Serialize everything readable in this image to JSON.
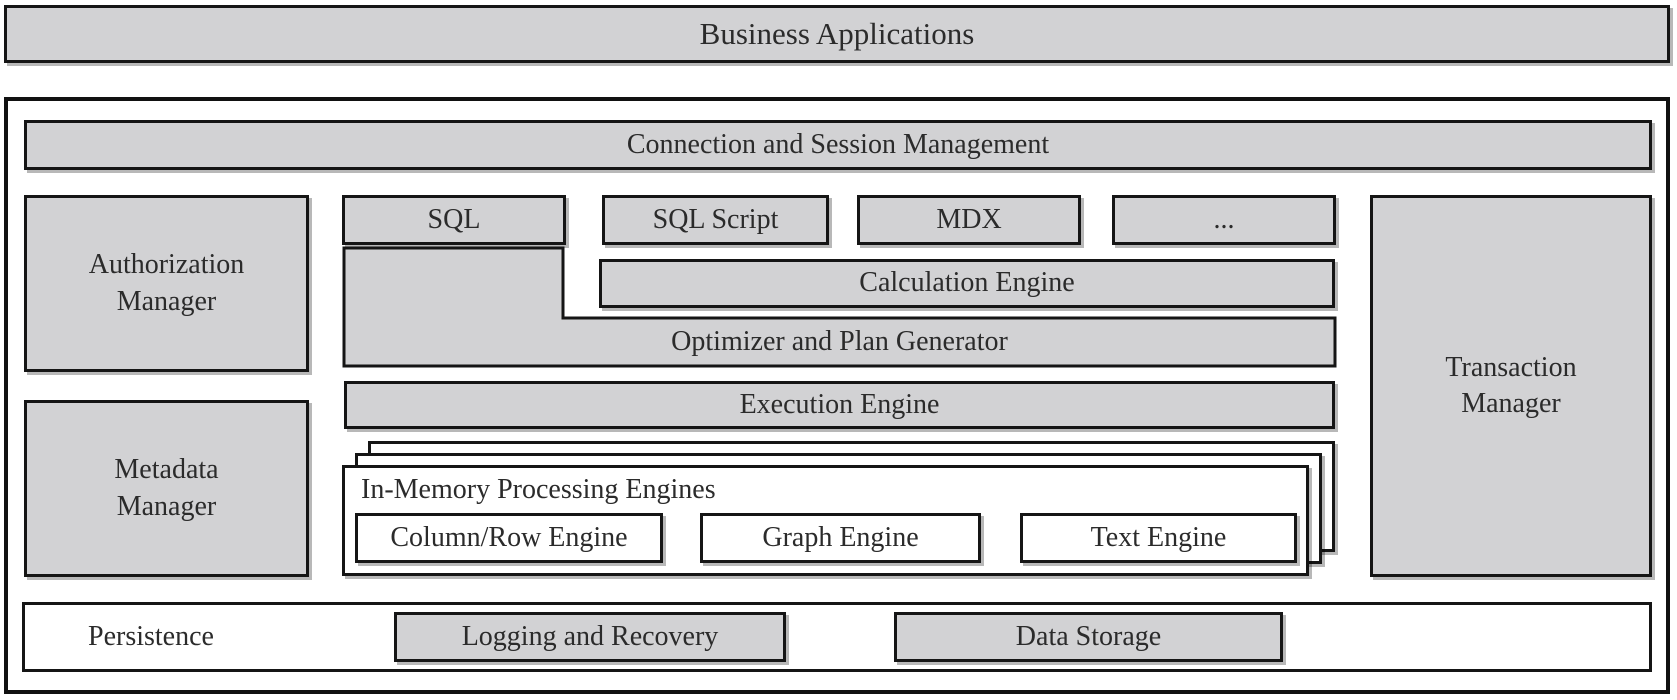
{
  "colors": {
    "box_fill": "#d2d2d4",
    "border": "#151515",
    "text": "#2b2b2b",
    "background": "#ffffff"
  },
  "diagram": {
    "business_applications": "Business Applications",
    "connection": "Connection and Session Management",
    "authorization": {
      "line1": "Authorization",
      "line2": "Manager"
    },
    "metadata": {
      "line1": "Metadata",
      "line2": "Manager"
    },
    "transaction": {
      "line1": "Transaction",
      "line2": "Manager"
    },
    "languages": [
      "SQL",
      "SQL Script",
      "MDX",
      "..."
    ],
    "calculation_engine": "Calculation Engine",
    "optimizer": "Optimizer and Plan Generator",
    "execution_engine": "Execution Engine",
    "in_memory": {
      "title": "In-Memory Processing Engines",
      "engines": [
        "Column/Row Engine",
        "Graph Engine",
        "Text Engine"
      ]
    },
    "persistence": {
      "label": "Persistence",
      "items": [
        "Logging and Recovery",
        "Data Storage"
      ]
    }
  }
}
